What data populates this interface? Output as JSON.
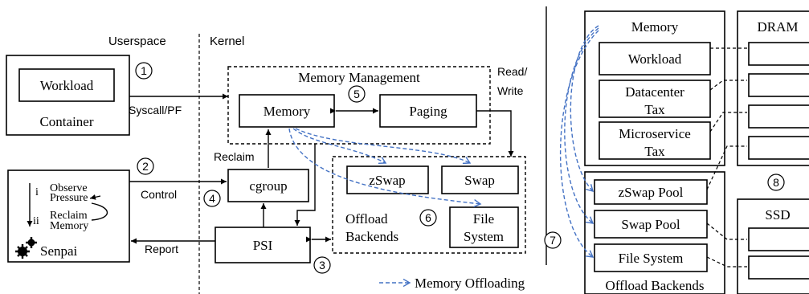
{
  "labels": {
    "userspace": "Userspace",
    "kernel": "Kernel",
    "workload": "Workload",
    "container": "Container",
    "syscall_pf": "Syscall/PF",
    "memory_management": "Memory Management",
    "memory": "Memory",
    "paging": "Paging",
    "read": "Read/",
    "write": "Write",
    "reclaim": "Reclaim",
    "cgroup": "cgroup",
    "control": "Control",
    "report": "Report",
    "psi": "PSI",
    "zswap": "zSwap",
    "swap": "Swap",
    "offload": "Offload",
    "backends": "Backends",
    "file": "File",
    "system": "System",
    "senpai": "Senpai",
    "observe": "Observe",
    "pressure": "Pressure",
    "reclaim2": "Reclaim",
    "memory2": "Memory",
    "step_i": "i",
    "step_ii": "ii",
    "legend_offloading": "Memory  Offloading",
    "right_memory": "Memory",
    "right_workload": "Workload",
    "datacenter": "Datacenter",
    "tax1": "Tax",
    "microservice": "Microservice",
    "tax2": "Tax",
    "zswap_pool": "zSwap Pool",
    "swap_pool": "Swap Pool",
    "file_system": "File System",
    "offload_backends": "Offload Backends",
    "dram": "DRAM",
    "ssd": "SSD"
  },
  "markers": {
    "m1": "1",
    "m2": "2",
    "m3": "3",
    "m4": "4",
    "m5": "5",
    "m6": "6",
    "m7": "7",
    "m8": "8"
  }
}
